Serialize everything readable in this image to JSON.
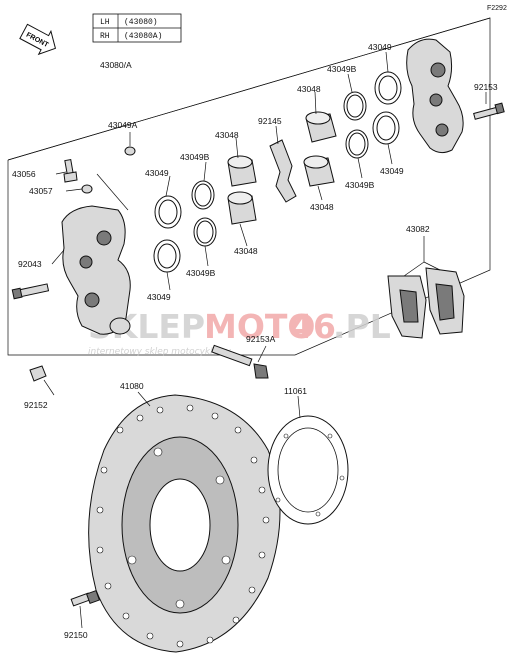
{
  "figure_code": "F2292",
  "front_label": "FRONT",
  "side_table": {
    "rows": [
      {
        "side": "LH",
        "part": "(43080)"
      },
      {
        "side": "RH",
        "part": "(43080A)"
      }
    ]
  },
  "part_labels": {
    "caliper_assy": "43080/A",
    "seal_a1": "43049A",
    "bleeder_valve": "43056",
    "bleeder_cap": "43057",
    "caliper_bolt_left": "92043",
    "nut": "92152",
    "piston_1": "43048",
    "seal_b_1": "43049B",
    "seal_1": "43049",
    "piston_2": "43048",
    "seal_b_2": "43049B",
    "seal_2": "43049",
    "spring": "92145",
    "piston_3": "43048",
    "seal_b_3": "43049B",
    "seal_3": "43049",
    "piston_4": "43048",
    "seal_b_4": "43049B",
    "seal_4": "43049",
    "caliper_bolt_right": "92153",
    "pad_assy": "43082",
    "caliper_bolt_lower": "92153A",
    "disc": "41080",
    "shim": "11061",
    "disc_bolt": "92150"
  },
  "watermark": {
    "brand_part1": "SKLEP",
    "brand_part2": "MOTO",
    "brand_part3": "46",
    "brand_part4": ".PL",
    "tagline": "internetowy sklep motocyklowy",
    "colors": {
      "gray": "#c8c8c8",
      "red": "#f0a8a8"
    }
  }
}
